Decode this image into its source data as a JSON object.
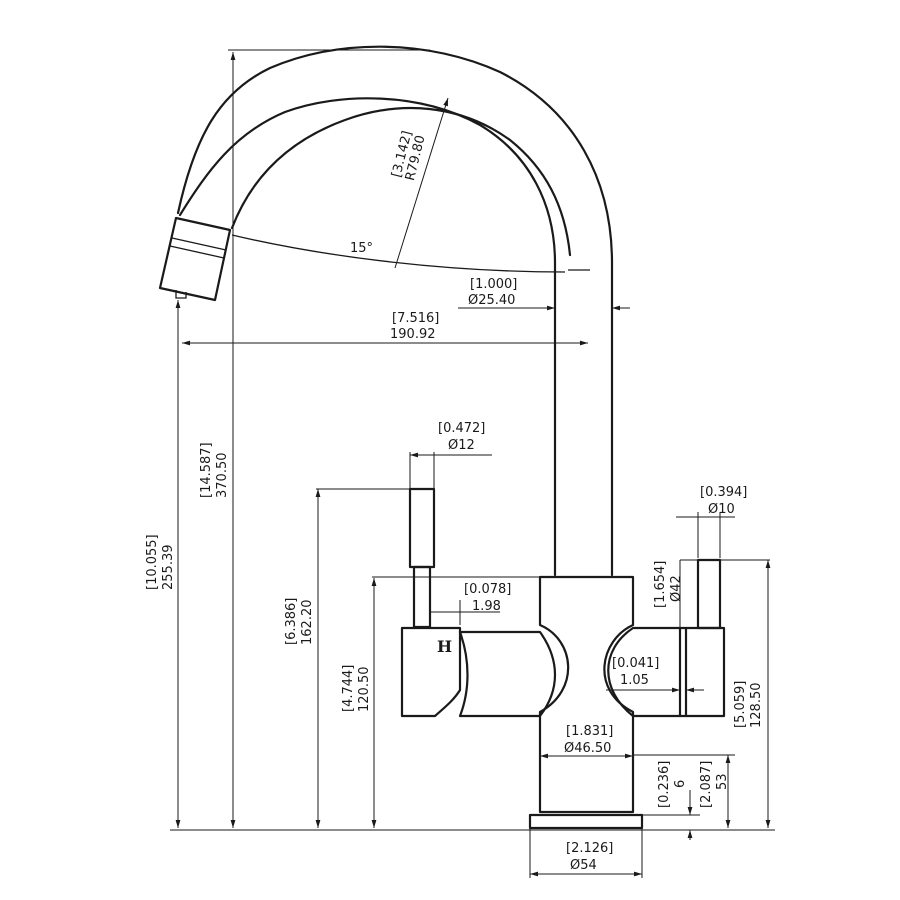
{
  "dimensions": {
    "spout_radius": {
      "inch": "3.142",
      "mm": "R79.80"
    },
    "spout_angle": {
      "value": "15°"
    },
    "spout_tube": {
      "inch": "1.000",
      "mm": "Ø25.40"
    },
    "spout_reach": {
      "inch": "7.516",
      "mm": "190.92"
    },
    "total_height": {
      "inch": "14.587",
      "mm": "370.50"
    },
    "outlet_height": {
      "inch": "10.055",
      "mm": "255.39"
    },
    "handle_dia": {
      "inch": "0.472",
      "mm": "Ø12"
    },
    "handle_height": {
      "inch": "6.386",
      "mm": "162.20"
    },
    "body_height": {
      "inch": "4.744",
      "mm": "120.50"
    },
    "gap": {
      "inch": "0.078",
      "mm": "1.98"
    },
    "knob_dia": {
      "inch": "0.394",
      "mm": "Ø10"
    },
    "side_dia": {
      "inch": "1.654",
      "mm": "Ø42"
    },
    "ring": {
      "inch": "0.041",
      "mm": "1.05"
    },
    "side_height": {
      "inch": "5.059",
      "mm": "128.50"
    },
    "body_dia": {
      "inch": "1.831",
      "mm": "Ø46.50"
    },
    "base_thick": {
      "inch": "0.236",
      "mm": "6"
    },
    "base_height": {
      "inch": "2.087",
      "mm": "53"
    },
    "base_dia": {
      "inch": "2.126",
      "mm": "Ø54"
    }
  },
  "labels": {
    "hot_mark": "H"
  }
}
